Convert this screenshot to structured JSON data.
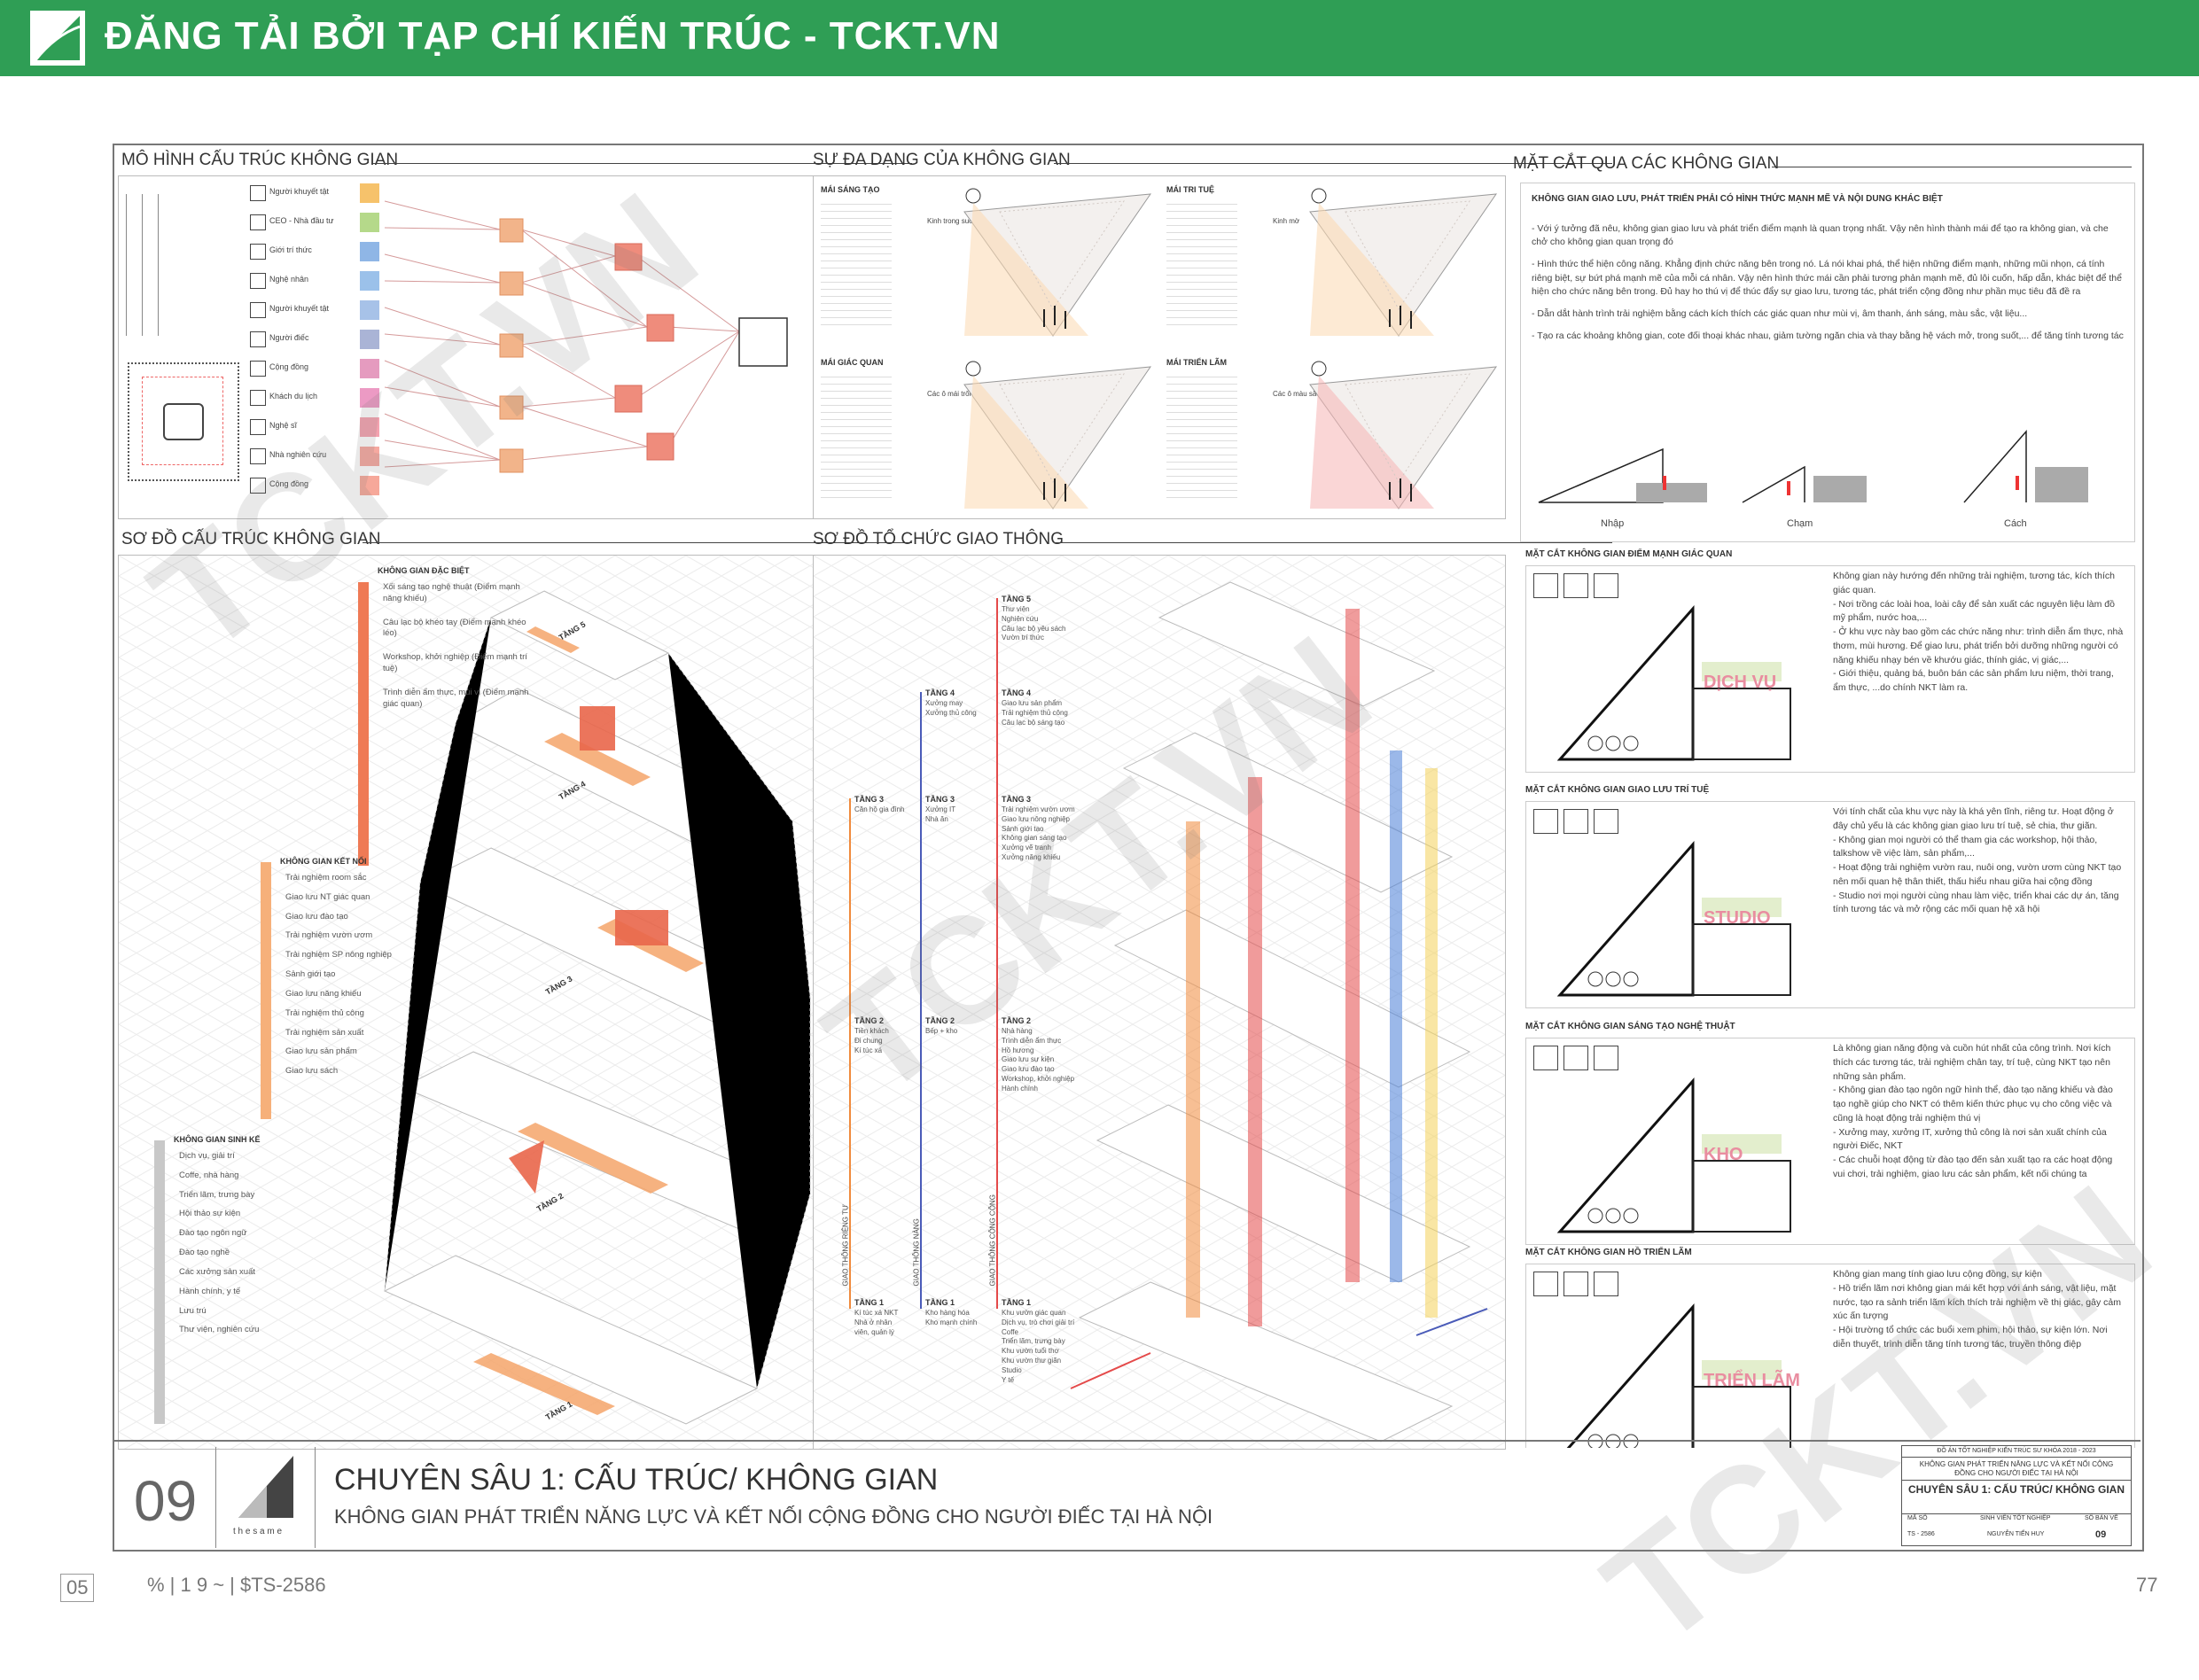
{
  "banner": {
    "text": "ĐĂNG TẢI BỞI TẠP CHÍ KIẾN TRÚC - TCKT.VN"
  },
  "watermark": "TCKT.VN",
  "panels": {
    "p1_title": "MÔ HÌNH CẤU TRÚC KHÔNG GIAN",
    "p2_title": "SỰ ĐA DẠNG CỦA KHÔNG GIAN",
    "p3_title": "MẶT CẮT QUA CÁC KHÔNG GIAN",
    "p4_title": "SƠ ĐỒ CẤU TRÚC KHÔNG GIAN",
    "p5_title": "SƠ ĐỒ TỔ CHỨC GIAO THÔNG"
  },
  "p1": {
    "rows": [
      {
        "label": "Người khuyết tật",
        "color": "#f6c26b"
      },
      {
        "label": "CEO - Nhà đầu tư",
        "color": "#b5d98a"
      },
      {
        "label": "Giới trí thức",
        "color": "#8fb6e6"
      },
      {
        "label": "Nghệ nhân",
        "color": "#9bc1ea"
      },
      {
        "label": "Người khuyết tật",
        "color": "#a7c2e8"
      },
      {
        "label": "Người điếc",
        "color": "#aab4d6"
      },
      {
        "label": "Cộng đồng",
        "color": "#e59bbf"
      },
      {
        "label": "Khách du lịch",
        "color": "#ec9ac4"
      },
      {
        "label": "Nghệ sĩ",
        "color": "#f4a3b0"
      },
      {
        "label": "Nhà nghiên cứu",
        "color": "#f6a9a0"
      },
      {
        "label": "Cộng đồng",
        "color": "#f6a89a"
      }
    ]
  },
  "p2": {
    "items": [
      {
        "title": "MÁI SÁNG TẠO",
        "side": "Kinh trong suốt"
      },
      {
        "title": "MÁI TRI TUỆ",
        "side": "Kinh mờ"
      },
      {
        "title": "MÁI GIÁC QUAN",
        "side": "Các ô mái trống"
      },
      {
        "title": "MÁI TRIỂN LÃM",
        "side": "Các ô màu sắc"
      }
    ]
  },
  "p3": {
    "heading": "KHÔNG GIAN GIAO LƯU, PHÁT TRIỂN PHẢI CÓ HÌNH THỨC MẠNH MẼ VÀ NỘI DUNG KHÁC BIỆT",
    "paras": [
      "- Với ý tưởng đã nêu, không gian giao lưu và phát triển điểm mạnh là quan trọng nhất. Vậy nên hình thành mái để tạo ra không gian, và che chở cho không gian quan trọng đó",
      "- Hình thức thể hiện công năng. Khẳng định chức năng bên trong nó. Lá nói khai phá, thể hiện những điểm mạnh, những mũi nhọn, cá tính riêng biệt, sự bứt phá mạnh mẽ của mỗi cá nhân. Vậy nên hình thức mái cần phải tương phản mạnh mẽ, đủ lôi cuốn, hấp dẫn, khác biệt để thể hiện cho chức năng bên trong. Đủ hay ho thú vị để thúc đẩy sự giao lưu, tương tác, phát triển cộng đồng như phần mục tiêu đã đề ra",
      "- Dẫn dắt hành trình trải nghiệm bằng cách kích thích các giác quan như mùi vị, âm thanh, ánh sáng, màu sắc, vật liệu...",
      "- Tạo ra các khoảng không gian, cote đối thoại khác nhau, giảm tường ngăn chia và thay bằng hệ vách mở, trong suốt,... để tăng tính tương tác"
    ],
    "diagrams": [
      "Nhập",
      "Chạm",
      "Cách"
    ],
    "sections": [
      {
        "title": "MẶT CẮT KHÔNG GIAN ĐIỂM MẠNH GIÁC QUAN",
        "big": "DỊCH VỤ",
        "text": "Không gian này hướng đến những trải nghiệm, tương tác, kích thích giác quan.\n- Nơi trồng các loài hoa, loài cây để sản xuất các nguyên liệu làm đồ mỹ phẩm, nước hoa,...\n- Ở khu vực này bao gồm các chức năng như: trình diễn ẩm thực, nhà thơm, mùi hương. Để giao lưu, phát triển bởi dưỡng những người có năng khiếu nhạy bén về khướu giác, thính giác, vị giác,...\n- Giới thiệu, quảng bá, buôn bán các sản phẩm lưu niệm, thời trang, ẩm thực, ...do chính NKT làm ra."
      },
      {
        "title": "MẶT CẮT KHÔNG GIAN GIAO LƯU TRÍ TUỆ",
        "big": "STUDIO",
        "text": "Với tính chất của khu vực này là khá yên tĩnh, riêng tư. Hoạt động ở đây chủ yếu là các không gian giao lưu trí tuệ, sẻ chia, thư giãn.\n- Không gian mọi người có thể tham gia các workshop, hội thảo, talkshow về việc làm, sản phẩm,...\n- Hoạt động trải nghiệm vườn rau, nuôi ong, vườn ươm cùng NKT tạo nên mối quan hệ thân thiết, thấu hiểu nhau giữa hai cộng đồng\n- Studio nơi mọi người cùng nhau làm việc, triển khai các dự án, tăng tính tương tác và mở rộng các mối quan hệ xã hội"
      },
      {
        "title": "MẶT CẮT KHÔNG GIAN SÁNG TẠO NGHỆ THUẬT",
        "big": "KHO",
        "text": "Là không gian năng động và cuồn hút nhất của công trình. Nơi kích thích các tương tác, trải nghiệm chân tay, trí tuệ, cùng NKT tạo nên những sản phẩm.\n- Không gian đào tạo ngôn ngữ hình thể, đào tạo năng khiếu và đào tạo nghề giúp cho NKT có thêm kiến thức phục vụ cho công việc và cũng là hoạt động trải nghiệm thú vị\n- Xưởng may, xưởng IT, xưởng thủ công là nơi sản xuất chính của người Điếc, NKT\n- Các chuỗi hoạt động từ đào tạo đến sản xuất tạo ra các hoạt động vui chơi, trải nghiệm, giao lưu các sản phẩm, kết nối chúng ta"
      },
      {
        "title": "MẶT CẮT KHÔNG GIAN HỒ TRIỂN LÃM",
        "big": "TRIỂN LÃM",
        "text": "Không gian mang tính giao lưu cộng đồng, sự kiện\n- Hồ triển lãm nơi không gian mái kết hợp với ánh sáng, vật liệu, mặt nước, tạo ra sảnh triển lãm kích thích trải nghiệm về thị giác, gây cảm xúc ấn tượng\n- Hội trường tổ chức các buổi xem phim, hội thảo, sự kiện lớn. Nơi diễn thuyết, trình diễn tăng tính tương tác, truyền thông điệp"
      }
    ]
  },
  "p4": {
    "g1": {
      "title": "KHÔNG GIAN ĐẶC BIỆT",
      "items": [
        "Xối sáng tạo nghệ thuật (Điểm mạnh năng khiếu)",
        "Câu lạc bộ khéo tay (Điểm mạnh khéo léo)",
        "Workshop, khởi nghiệp (Điểm mạnh trí tuệ)",
        "Trình diễn ẩm thực, mùi vị (Điểm mạnh giác quan)"
      ]
    },
    "g2": {
      "title": "KHÔNG GIAN KẾT NỐI",
      "items": [
        "Trải nghiệm room sắc",
        "Giao lưu NT giác quan",
        "Giao lưu đào tạo",
        "Trải nghiệm vườn ươm",
        "Trải nghiệm SP nông nghiệp",
        "Sảnh giới tạo",
        "Giao lưu năng khiếu",
        "Trải nghiệm thủ công",
        "Trải nghiệm sản xuất",
        "Giao lưu sản phẩm",
        "Giao lưu sách"
      ]
    },
    "g3": {
      "title": "KHÔNG GIAN SINH KẾ",
      "items": [
        "Dịch vụ, giải trí",
        "Coffe, nhà hàng",
        "Triển lãm, trưng bày",
        "Hội thảo sự kiện",
        "Đào tạo ngôn ngữ",
        "Đào tạo nghề",
        "Các xưởng sản xuất",
        "Hành chính, y tế",
        "Lưu trú",
        "Thư viện, nghiên cứu"
      ]
    },
    "floors": [
      "TẦNG 5",
      "TẦNG 4",
      "TẦNG 3",
      "TẦNG 2",
      "TẦNG 1"
    ]
  },
  "p5": {
    "lanes": [
      {
        "name": "GIAO THÔNG RIÊNG TƯ",
        "color": "#f08a3c",
        "items": [
          {
            "t": "TẦNG 3",
            "d": "Căn hộ gia đình"
          },
          {
            "t": "TẦNG 2",
            "d": "Tiền khách\nĐi chung\nKí túc xá"
          },
          {
            "t": "TẦNG 1",
            "d": "Kí túc xá NKT\nNhà ở nhân\nviên, quản lý"
          }
        ]
      },
      {
        "name": "GIAO THÔNG NÀNG",
        "color": "#4a5bb8",
        "items": [
          {
            "t": "TẦNG 4",
            "d": "Xưởng may\nXưởng thủ công"
          },
          {
            "t": "TẦNG 3",
            "d": "Xưởng IT\nNhà ăn"
          },
          {
            "t": "TẦNG 2",
            "d": "Bếp + kho"
          },
          {
            "t": "TẦNG 1",
            "d": "Kho hàng hóa\nKho mạnh chính"
          }
        ]
      },
      {
        "name": "GIAO THÔNG CÔNG CỘNG",
        "color": "#e44a4a",
        "items": [
          {
            "t": "TẦNG 5",
            "d": "Thư viện\nNghiên cứu\nCâu lạc bộ yêu sách\nVườn trí thức"
          },
          {
            "t": "TẦNG 4",
            "d": "Giao lưu sản phẩm\nTrải nghiệm thủ công\nCâu lạc bộ sáng tạo"
          },
          {
            "t": "TẦNG 3",
            "d": "Trải nghiệm vườn ươm\nGiao lưu nông nghiệp\nSảnh giới tạo\nKhông gian sáng tạo\nXưởng vẽ tranh\nXưởng năng khiếu"
          },
          {
            "t": "TẦNG 2",
            "d": "Nhà hàng\nTrình diễn ẩm thực\nHồ hương\nGiao lưu sự kiện\nGiao lưu đào tạo\nWorkshop, khởi nghiệp\nHành chính"
          },
          {
            "t": "TẦNG 1",
            "d": "Khu vườn giác quan\nDịch vụ, trò chơi giải trí\nCoffe\nTriển lãm, trưng bày\nKhu vườn tuổi thơ\nKhu vườn thư giãn\nStudio\nY tế"
          }
        ]
      }
    ]
  },
  "footer": {
    "number": "09",
    "brand": "t h e s a m e",
    "title": "CHUYÊN SÂU 1: CẤU TRÚC/ KHÔNG GIAN",
    "subtitle": "KHÔNG GIAN PHÁT TRIỂN NĂNG LỰC VÀ KẾT NỐI CỘNG ĐỒNG CHO NGƯỜI ĐIẾC TẠI HÀ NỘI",
    "tbl_top": "ĐỒ ÁN TỐT NGHIỆP KIẾN TRÚC SƯ KHÓA 2018 - 2023",
    "tbl_project": "KHÔNG GIAN PHÁT TRIỂN NĂNG LỰC VÀ KẾT NỐI CỘNG ĐỒNG CHO NGƯỜI ĐIẾC TẠI HÀ NỘI",
    "tbl_title": "CHUYÊN SÂU 1: CẤU TRÚC/ KHÔNG GIAN",
    "tbl_h1": "MÃ SỐ",
    "tbl_h2": "SINH VIÊN TỐT NGHIỆP",
    "tbl_h3": "SỐ BẢN VẼ",
    "tbl_v1": "TS - 2586",
    "tbl_v2": "NGUYỄN TIẾN HUY",
    "tbl_v3": "09"
  },
  "page": {
    "left": "05",
    "mid": "% | 1    9 ~  | $TS-2586",
    "right": "77"
  }
}
